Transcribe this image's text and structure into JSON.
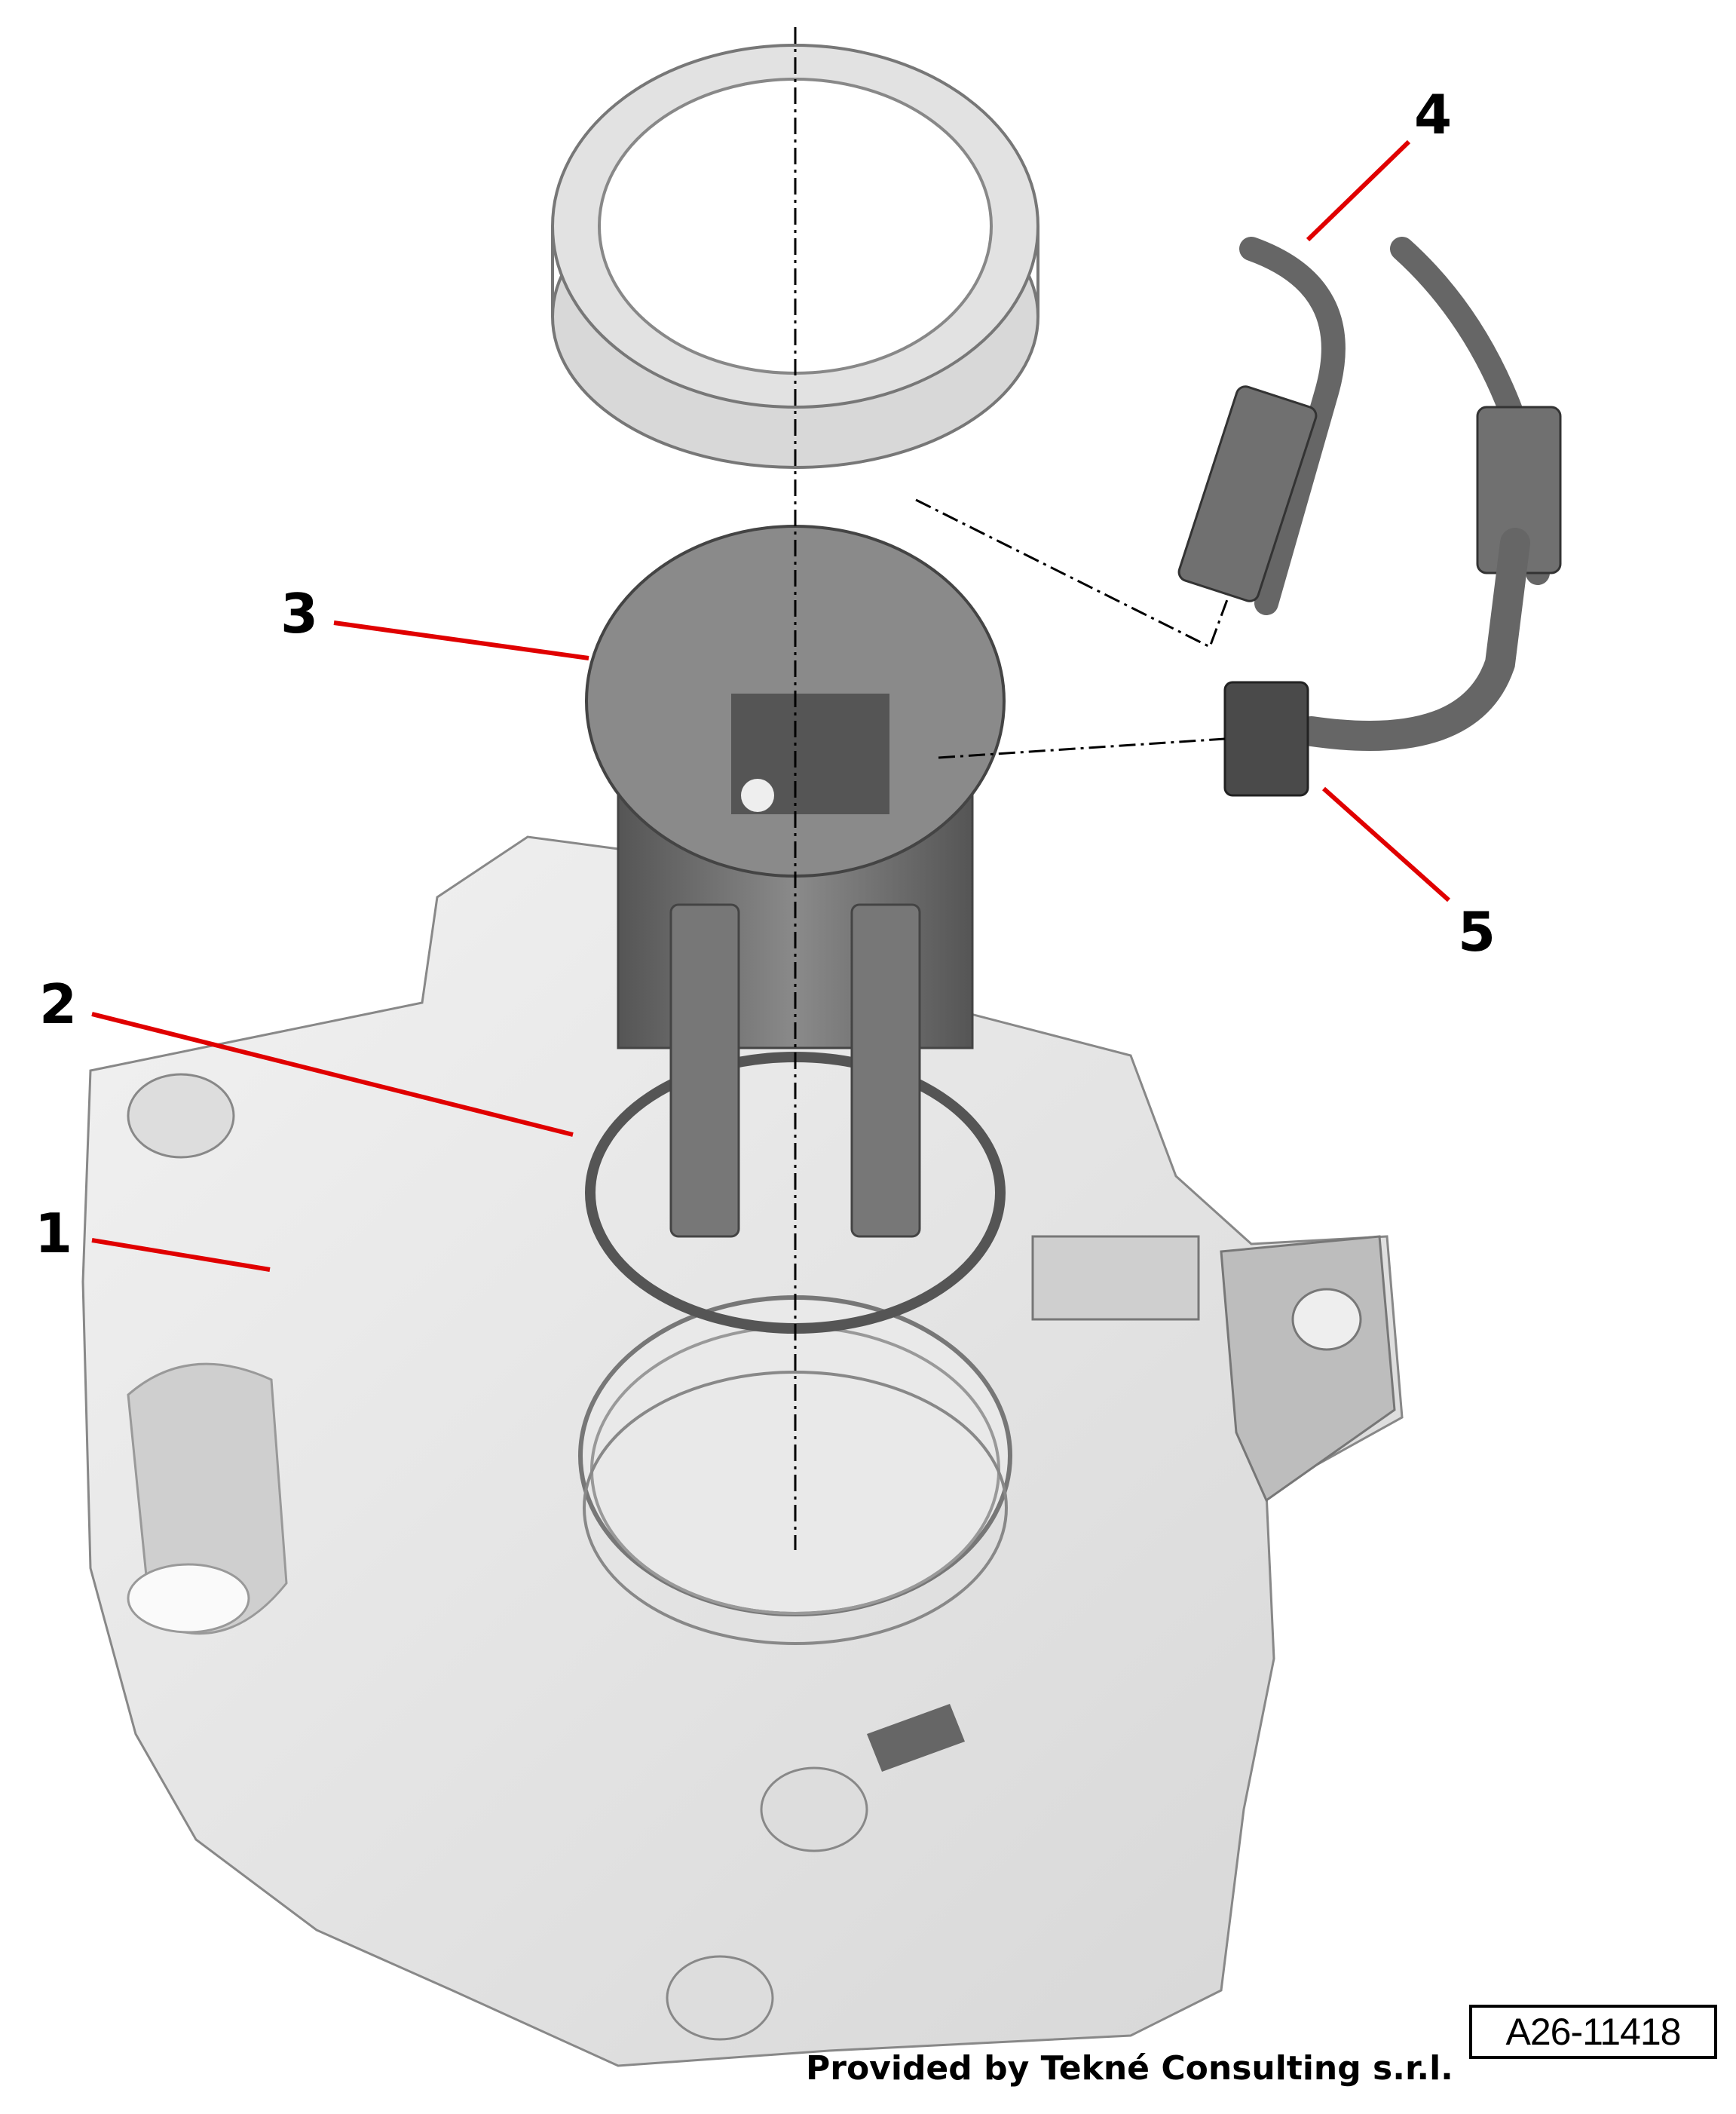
{
  "callouts": [
    {
      "number": "1",
      "part": "fuel-tank"
    },
    {
      "number": "2",
      "part": "seal-ring"
    },
    {
      "number": "3",
      "part": "fuel-delivery-unit"
    },
    {
      "number": "4",
      "part": "electrical-connector"
    },
    {
      "number": "5",
      "part": "fuel-line"
    }
  ],
  "figure_id": "A26-11418",
  "credit": "Provided by Tekné Consulting s.r.l.",
  "colors": {
    "leader_line": "#e00000",
    "part_dark": "#6e6e6e",
    "part_light": "#e6e6e6"
  }
}
